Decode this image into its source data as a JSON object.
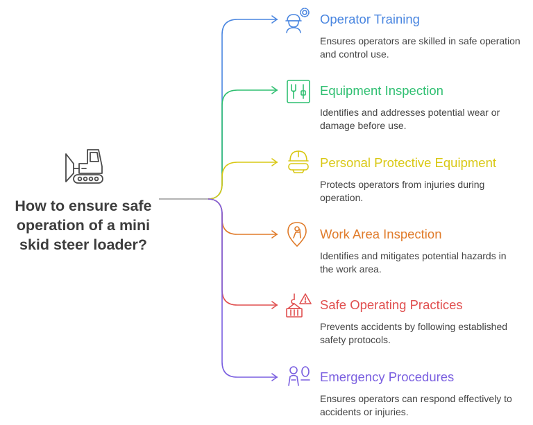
{
  "diagram": {
    "title": "How to ensure safe operation of a mini skid steer loader?",
    "title_icon": "mini-skid-steer-loader-icon",
    "branches": [
      {
        "title": "Operator Training",
        "description": "Ensures operators are skilled in safe operation and control use.",
        "color": "#4A86E0",
        "icon": "operator-gear-icon"
      },
      {
        "title": "Equipment Inspection",
        "description": "Identifies and addresses potential wear or damage before use.",
        "color": "#2FBF71",
        "icon": "control-panel-icon"
      },
      {
        "title": "Personal Protective Equipment",
        "description": "Protects operators from injuries during operation.",
        "color": "#D9C814",
        "icon": "hard-hat-goggles-icon"
      },
      {
        "title": "Work Area Inspection",
        "description": "Identifies and mitigates potential hazards in the work area.",
        "color": "#E07B2A",
        "icon": "location-pin-worker-icon"
      },
      {
        "title": "Safe Operating Practices",
        "description": "Prevents accidents by following established safety protocols.",
        "color": "#E04F4F",
        "icon": "crane-hook-warning-icon"
      },
      {
        "title": "Emergency Procedures",
        "description": "Ensures operators can respond effectively to accidents or injuries.",
        "color": "#7A5FE0",
        "icon": "person-emergency-icon"
      }
    ]
  }
}
